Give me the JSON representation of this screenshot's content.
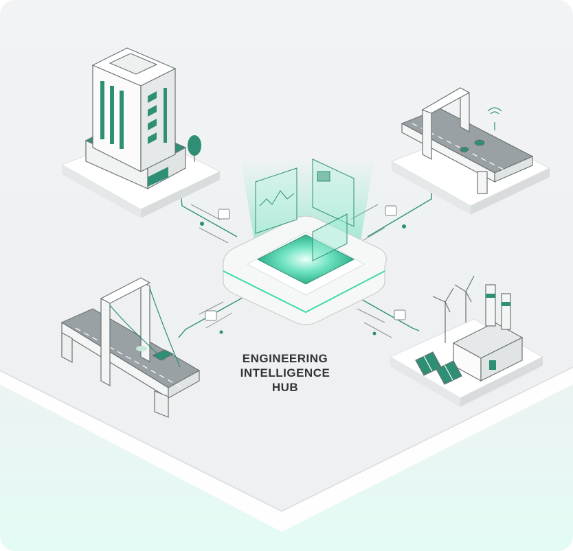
{
  "hub": {
    "title_lines": [
      "ENGINEERING",
      "INTELLIGENCE",
      "HUB"
    ]
  },
  "nodes": [
    {
      "id": "office-building",
      "icon": "office-building-icon"
    },
    {
      "id": "highway-overpass",
      "icon": "highway-bridge-icon"
    },
    {
      "id": "suspension-bridge",
      "icon": "suspension-bridge-icon"
    },
    {
      "id": "industrial-plant",
      "icon": "factory-wind-solar-icon"
    }
  ],
  "colors": {
    "accent": "#2e8f74",
    "accent_glow": "#3fe0b0",
    "platform": "#f7f8f8",
    "platform_edge": "#d9dcdd",
    "outline": "#6b7275",
    "background_tint": "#e4fbf5"
  }
}
